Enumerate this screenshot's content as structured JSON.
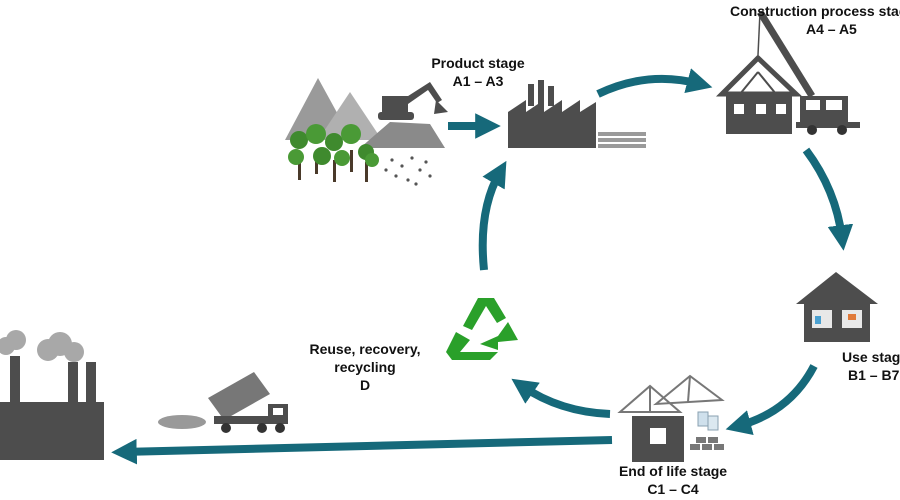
{
  "stages": {
    "product": {
      "name": "Product stage",
      "code": "A1 – A3"
    },
    "construction": {
      "name": "Construction process stage",
      "code": "A4 – A5"
    },
    "use": {
      "name": "Use stage",
      "code": "B1 – B7"
    },
    "end_of_life": {
      "name": "End of life stage",
      "code": "C1 – C4"
    },
    "reuse": {
      "name_line1": "Reuse, recovery,",
      "name_line2": "recycling",
      "code": "D"
    }
  },
  "colors": {
    "arrow": "#16697a",
    "recycle": "#2aa02a",
    "icon_dark": "#4d4d4d",
    "icon_grey": "#8a8a8a",
    "tree": "#3f8a2e"
  },
  "icons": [
    "mountain-icon",
    "tree-icon",
    "excavator-icon",
    "factory-icon",
    "crane-icon",
    "house-frame-icon",
    "truck-icon",
    "house-icon",
    "recycle-icon",
    "demolition-icon",
    "dump-truck-icon",
    "power-plant-icon"
  ]
}
